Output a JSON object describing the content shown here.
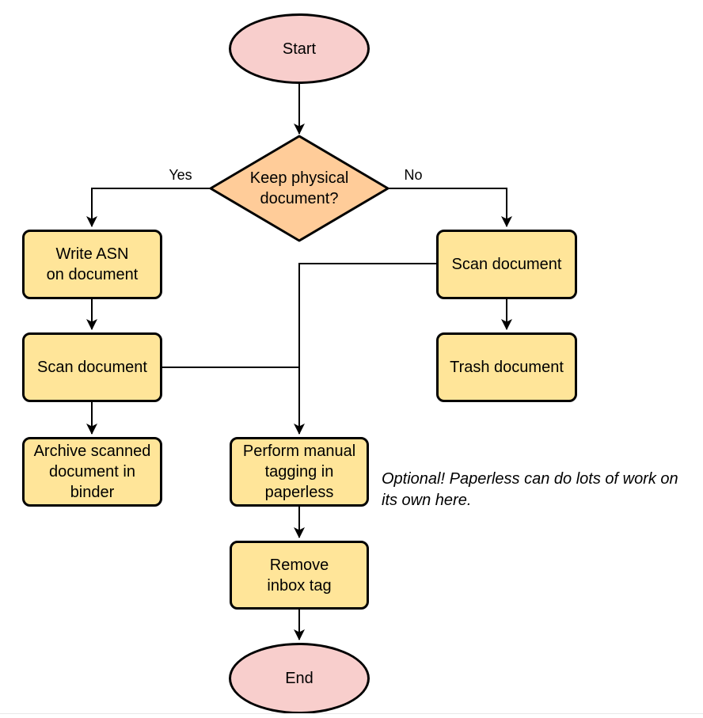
{
  "palette": {
    "terminal_fill": "#F8CECC",
    "decision_fill": "#FFCC99",
    "process_fill": "#FFE599",
    "stroke": "#000000",
    "connector": "#000000"
  },
  "nodes": {
    "start": {
      "type": "terminal",
      "label": "Start"
    },
    "decision": {
      "type": "decision",
      "label": "Keep physical\ndocument?"
    },
    "write_asn": {
      "type": "process",
      "label": "Write ASN\non document"
    },
    "scan_left": {
      "type": "process",
      "label": "Scan document"
    },
    "archive": {
      "type": "process",
      "label": "Archive scanned\ndocument in\nbinder"
    },
    "scan_right": {
      "type": "process",
      "label": "Scan document"
    },
    "trash": {
      "type": "process",
      "label": "Trash document"
    },
    "tagging": {
      "type": "process",
      "label": "Perform manual\ntagging in\npaperless"
    },
    "remove_inbox": {
      "type": "process",
      "label": "Remove\ninbox tag"
    },
    "end": {
      "type": "terminal",
      "label": "End"
    }
  },
  "edges": [
    {
      "from": "start",
      "to": "decision"
    },
    {
      "from": "decision",
      "to": "write_asn",
      "label": "Yes"
    },
    {
      "from": "decision",
      "to": "scan_right",
      "label": "No"
    },
    {
      "from": "write_asn",
      "to": "scan_left"
    },
    {
      "from": "scan_left",
      "to": "archive"
    },
    {
      "from": "scan_left",
      "to": "tagging"
    },
    {
      "from": "scan_right",
      "to": "trash"
    },
    {
      "from": "scan_right",
      "to": "tagging"
    },
    {
      "from": "tagging",
      "to": "remove_inbox"
    },
    {
      "from": "remove_inbox",
      "to": "end"
    }
  ],
  "annotation": {
    "text": "Optional! Paperless can do lots of work on\nits own here."
  }
}
